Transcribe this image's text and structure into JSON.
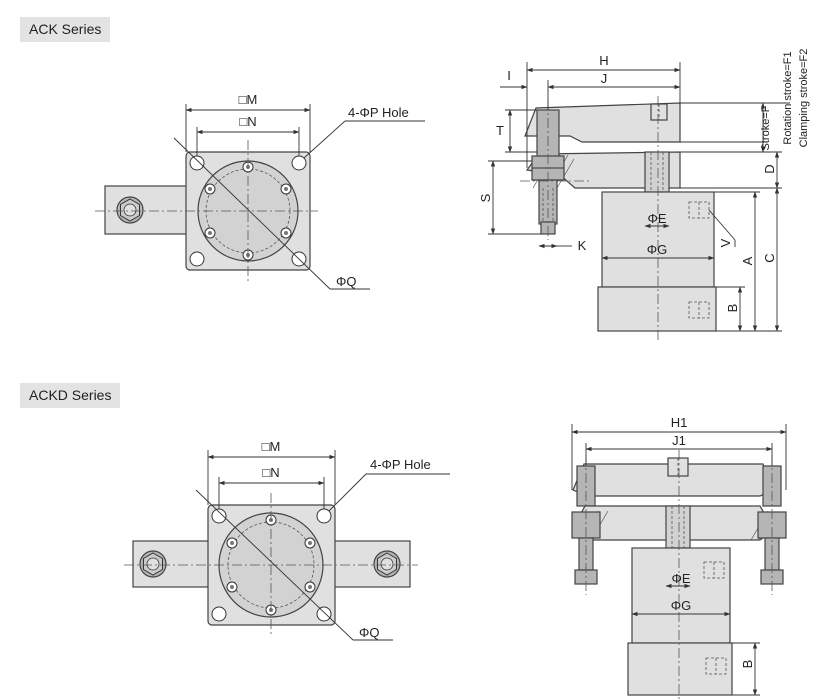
{
  "series": {
    "ack": "ACK Series",
    "ackd": "ACKD Series"
  },
  "labels": {
    "square_m": "□M",
    "square_n": "□N",
    "hole": "4-ΦP Hole",
    "phi_q": "ΦQ",
    "h": "H",
    "j": "J",
    "h1": "H1",
    "j1": "J1",
    "i": "I",
    "t": "T",
    "s": "S",
    "k": "K",
    "phi_e": "ΦE",
    "phi_g": "ΦG",
    "v": "V",
    "a": "A",
    "b": "B",
    "c": "C",
    "d": "D",
    "stroke_f": "Stroke=F",
    "rotation_stroke": "Rotation stroke=F1",
    "clamping_stroke": "Clamping stroke=F2"
  }
}
